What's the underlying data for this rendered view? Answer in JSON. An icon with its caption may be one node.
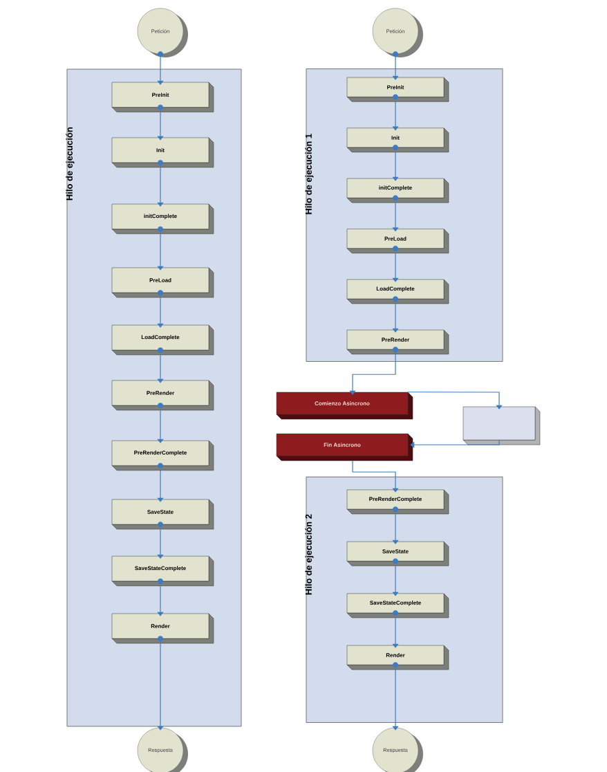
{
  "diagram": {
    "nodes": [
      {
        "text": [
          "Petición"
        ]
      },
      {
        "text": [
          "Hilo de ejecución"
        ]
      },
      {
        "text": [
          "PreInit"
        ],
        "in": 1
      },
      {
        "text": [
          "Init"
        ],
        "in": 1
      },
      {
        "text": [
          "initComplete"
        ],
        "in": 1
      },
      {
        "text": [
          "PreLoad"
        ],
        "in": 1
      },
      {
        "text": [
          "LoadComplete"
        ],
        "in": 1
      },
      {
        "text": [
          "PreRender"
        ],
        "in": 1
      },
      {
        "text": [
          "PreRenderComplete"
        ],
        "in": 1
      },
      {
        "text": [
          "SaveState"
        ],
        "in": 1
      },
      {
        "text": [
          "SaveStateComplete"
        ],
        "in": 1
      },
      {
        "text": [
          "Render"
        ],
        "in": 1
      },
      {
        "text": [
          "Respuesta"
        ]
      },
      {
        "text": [
          "Petición"
        ]
      },
      {
        "text": [
          "Hilo de ejecución 1"
        ]
      },
      {
        "text": [
          "PreInit"
        ],
        "in": 14
      },
      {
        "text": [
          "Init"
        ],
        "in": 14
      },
      {
        "text": [
          "initComplete"
        ],
        "in": 14
      },
      {
        "text": [
          "PreLoad"
        ],
        "in": 14
      },
      {
        "text": [
          "LoadComplete"
        ],
        "in": 14
      },
      {
        "text": [
          "PreRender"
        ],
        "in": 14
      },
      {
        "text": [
          "Comienzo Asincrono"
        ]
      },
      {
        "text": [],
        "shape": "box"
      },
      {
        "text": [
          "Fin Asincrono"
        ]
      },
      {
        "text": [
          "Hilo de ejecución 2"
        ]
      },
      {
        "text": [
          "PreRenderComplete"
        ],
        "in": 24
      },
      {
        "text": [
          "SaveState"
        ],
        "in": 24
      },
      {
        "text": [
          "SaveStateComplete"
        ],
        "in": 24
      },
      {
        "text": [
          "Render"
        ],
        "in": 24
      },
      {
        "text": [
          "Respuesta"
        ]
      }
    ],
    "edges": [
      {
        "from": 0,
        "to": 2,
        "arrow": "to"
      },
      {
        "from": 2,
        "to": 3,
        "arrow": "to"
      },
      {
        "from": 3,
        "to": 4,
        "arrow": "to"
      },
      {
        "from": 4,
        "to": 5,
        "arrow": "to"
      },
      {
        "from": 5,
        "to": 6,
        "arrow": "to"
      },
      {
        "from": 6,
        "to": 7,
        "arrow": "to"
      },
      {
        "from": 7,
        "to": 8,
        "arrow": "to"
      },
      {
        "from": 8,
        "to": 9,
        "arrow": "to"
      },
      {
        "from": 9,
        "to": 10,
        "arrow": "to"
      },
      {
        "from": 10,
        "to": 11,
        "arrow": "to"
      },
      {
        "from": 11,
        "to": 12,
        "arrow": "to"
      },
      {
        "from": 13,
        "to": 15,
        "arrow": "to"
      },
      {
        "from": 15,
        "to": 16,
        "arrow": "to"
      },
      {
        "from": 16,
        "to": 17,
        "arrow": "to"
      },
      {
        "from": 17,
        "to": 18,
        "arrow": "to"
      },
      {
        "from": 18,
        "to": 19,
        "arrow": "to"
      },
      {
        "from": 19,
        "to": 20,
        "arrow": "to"
      },
      {
        "from": 20,
        "to": 21,
        "arrow": "to"
      },
      {
        "from": 21,
        "to": 22,
        "arrow": "to"
      },
      {
        "from": 22,
        "to": 23,
        "arrow": "to"
      },
      {
        "from": 23,
        "to": 25,
        "arrow": "to"
      },
      {
        "from": 25,
        "to": 26,
        "arrow": "to"
      },
      {
        "from": 26,
        "to": 27,
        "arrow": "to"
      },
      {
        "from": 27,
        "to": 28,
        "arrow": "to"
      },
      {
        "from": 28,
        "to": 29,
        "arrow": "to"
      }
    ]
  }
}
